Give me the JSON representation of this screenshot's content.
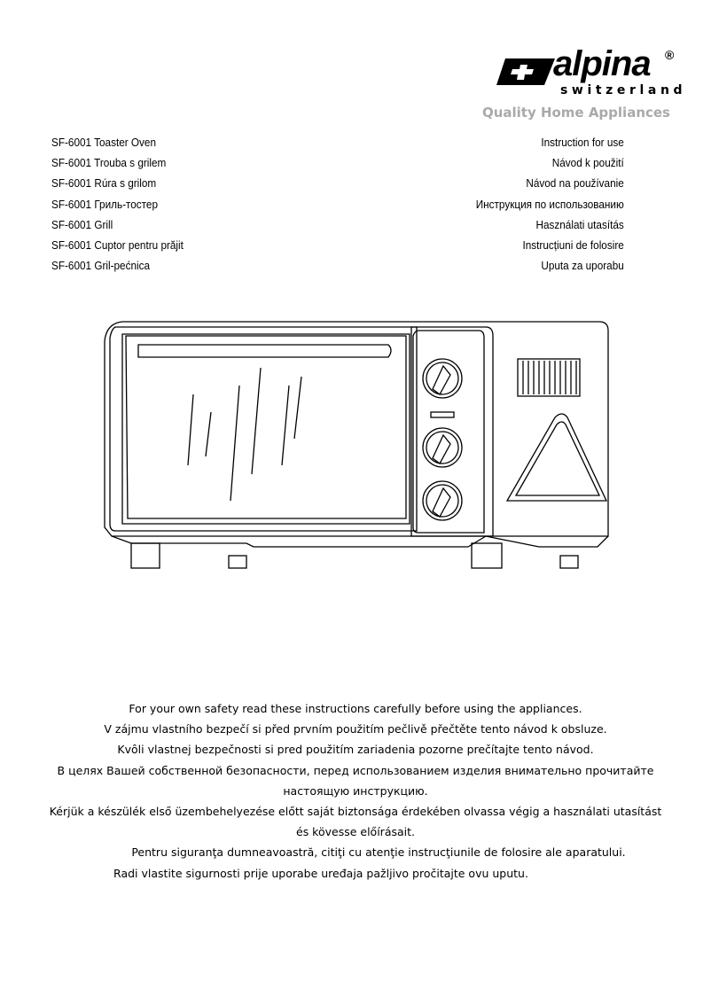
{
  "brand": {
    "name": "alpina",
    "registered": "®",
    "subtitle": "switzerland",
    "tagline": "Quality Home Appliances",
    "logo_icon": "swiss-cross-flag-icon"
  },
  "titles": [
    {
      "product": "SF-6001 Toaster Oven",
      "doc": "Instruction for use"
    },
    {
      "product": "SF-6001 Trouba s grilem",
      "doc": "Návod k použití"
    },
    {
      "product": "SF-6001 Rúra s grilom",
      "doc": "Návod na používanie"
    },
    {
      "product": "SF-6001 Гриль-тостер",
      "doc": "Инструкция по использованию"
    },
    {
      "product": "SF-6001 Grill",
      "doc": "Használati utasítás"
    },
    {
      "product": "SF-6001 Cuptor pentru prăjit",
      "doc": "Instrucțiuni de folosire"
    },
    {
      "product": "SF-6001 Gril-pećnica",
      "doc": "Uputa za uporabu"
    }
  ],
  "illustration": "toaster-oven-drawing",
  "safety_notes": [
    "For your own safety read these instructions carefully before using the appliances.",
    "V zájmu vlastního bezpečí si před prvním použitím pečlivě přečtěte tento návod k obsluze.",
    "Kvôli vlastnej bezpečnosti si pred použitím zariadenia pozorne prečítajte tento návod.",
    "В целях Вашей собственной безопасности, перед использованием изделия внимательно прочитайте",
    "настоящую инструкцию.",
    "Kérjük a készülék első üzembehelyezése előtt saját biztonsága érdekében olvassa végig a használati utasítást",
    "és kövesse előírásait.",
    "Pentru siguranţa dumneavoastră, citiţi cu atenţie instrucţiunile de folosire ale aparatului.",
    "Radi vlastite sigurnosti prije uporabe uređaja pažljivo pročitajte ovu uputu."
  ]
}
